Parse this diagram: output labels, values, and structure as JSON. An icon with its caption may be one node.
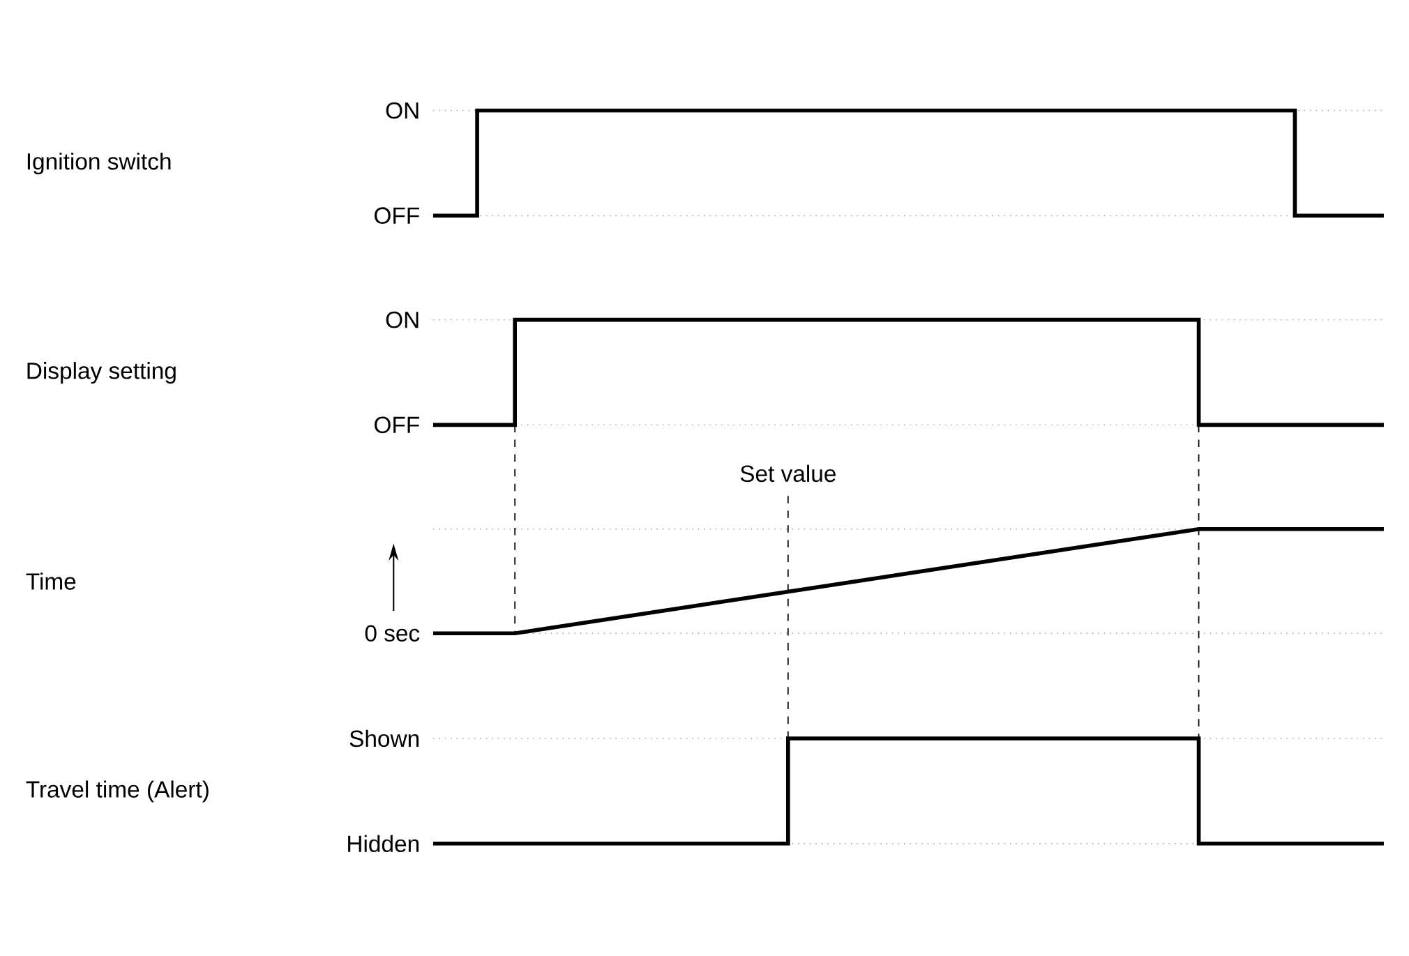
{
  "diagram": {
    "labels": [
      "ON",
      "Ignition switch",
      "OFF",
      "ON",
      "Display setting",
      "OFF",
      "Set value",
      "Time",
      "0 sec",
      "Shown",
      "Travel time (Alert)",
      "Hidden"
    ]
  }
}
